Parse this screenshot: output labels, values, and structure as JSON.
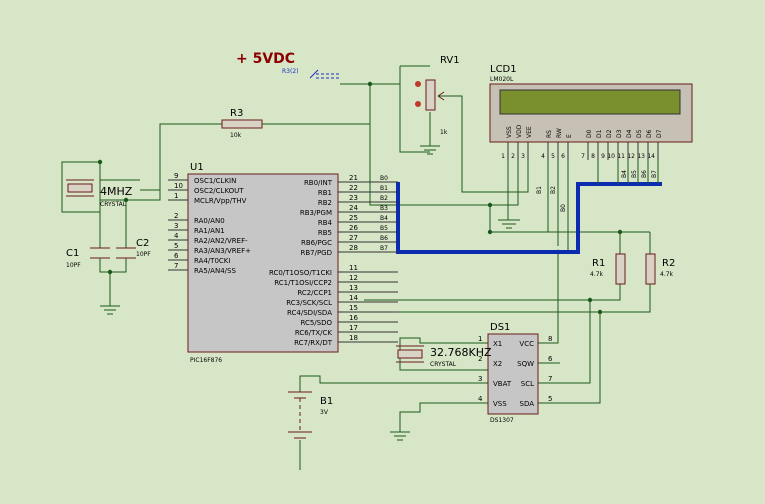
{
  "power": {
    "label": "+ 5VDC",
    "sub": "R3(2)"
  },
  "rv1": {
    "ref": "RV1",
    "value": "1k"
  },
  "lcd": {
    "ref": "LCD1",
    "part": "LM020L",
    "pin_labels": [
      "VSS",
      "VDD",
      "VEE",
      "RS",
      "RW",
      "E",
      "D0",
      "D1",
      "D2",
      "D3",
      "D4",
      "D5",
      "D6",
      "D7"
    ],
    "pin_numbers": [
      "1",
      "2",
      "3",
      "4",
      "5",
      "6",
      "7",
      "8",
      "9",
      "10",
      "11",
      "12",
      "13",
      "14"
    ],
    "wire_labels": [
      "B1",
      "B2",
      "B0",
      "B4",
      "B5",
      "B6",
      "B7"
    ]
  },
  "r3": {
    "ref": "R3",
    "value": "10k"
  },
  "xtal1": {
    "freq": "4MHZ",
    "type": "CRYSTAL"
  },
  "c1": {
    "ref": "C1",
    "value": "10PF"
  },
  "c2": {
    "ref": "C2",
    "value": "10PF"
  },
  "u1": {
    "ref": "U1",
    "part": "PIC16F876",
    "left_pins": [
      {
        "num": "9",
        "name": "OSC1/CLKIN"
      },
      {
        "num": "10",
        "name": "OSC2/CLKOUT"
      },
      {
        "num": "1",
        "name": "MCLR/Vpp/THV"
      },
      {
        "num": "2",
        "name": "RA0/AN0"
      },
      {
        "num": "3",
        "name": "RA1/AN1"
      },
      {
        "num": "4",
        "name": "RA2/AN2/VREF-"
      },
      {
        "num": "5",
        "name": "RA3/AN3/VREF+"
      },
      {
        "num": "6",
        "name": "RA4/T0CKI"
      },
      {
        "num": "7",
        "name": "RA5/AN4/SS"
      }
    ],
    "right_pins": [
      {
        "num": "21",
        "name": "RB0/INT",
        "net": "B0"
      },
      {
        "num": "22",
        "name": "RB1",
        "net": "B1"
      },
      {
        "num": "23",
        "name": "RB2",
        "net": "B2"
      },
      {
        "num": "24",
        "name": "RB3/PGM",
        "net": "B3"
      },
      {
        "num": "25",
        "name": "RB4",
        "net": "B4"
      },
      {
        "num": "26",
        "name": "RB5",
        "net": "B5"
      },
      {
        "num": "27",
        "name": "RB6/PGC",
        "net": "B6"
      },
      {
        "num": "28",
        "name": "RB7/PGD",
        "net": "B7"
      },
      {
        "num": "11",
        "name": "RC0/T1OSO/T1CKI",
        "net": ""
      },
      {
        "num": "12",
        "name": "RC1/T1OSI/CCP2",
        "net": ""
      },
      {
        "num": "13",
        "name": "RC2/CCP1",
        "net": ""
      },
      {
        "num": "14",
        "name": "RC3/SCK/SCL",
        "net": ""
      },
      {
        "num": "15",
        "name": "RC4/SDI/SDA",
        "net": ""
      },
      {
        "num": "16",
        "name": "RC5/SDO",
        "net": ""
      },
      {
        "num": "17",
        "name": "RC6/TX/CK",
        "net": ""
      },
      {
        "num": "18",
        "name": "RC7/RX/DT",
        "net": ""
      }
    ]
  },
  "r1": {
    "ref": "R1",
    "value": "4.7k"
  },
  "r2": {
    "ref": "R2",
    "value": "4.7k"
  },
  "ds1": {
    "ref": "DS1",
    "part": "DS1307",
    "left_pins": [
      {
        "num": "1",
        "name": "X1"
      },
      {
        "num": "2",
        "name": "X2"
      },
      {
        "num": "3",
        "name": "VBAT"
      },
      {
        "num": "4",
        "name": "VSS"
      }
    ],
    "right_pins": [
      {
        "num": "8",
        "name": "VCC"
      },
      {
        "num": "6",
        "name": "SQW"
      },
      {
        "num": "7",
        "name": "SCL"
      },
      {
        "num": "5",
        "name": "SDA"
      }
    ]
  },
  "xtal2": {
    "freq": "32.768KHZ",
    "type": "CRYSTAL"
  },
  "b1": {
    "ref": "B1",
    "value": "3V"
  }
}
